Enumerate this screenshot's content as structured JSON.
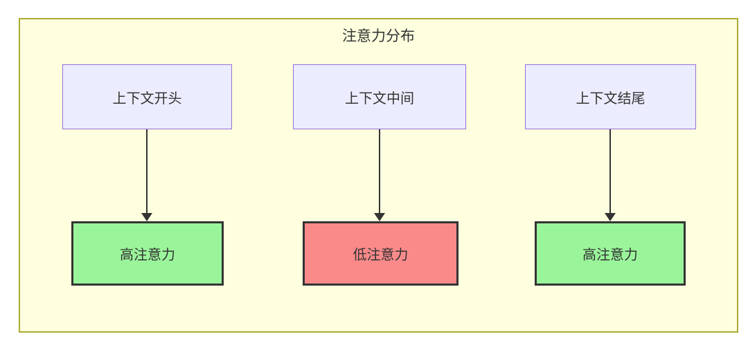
{
  "diagram": {
    "title": "注意力分布",
    "type": "flowchart",
    "colors": {
      "container_fill": "#feffde",
      "container_border": "#aaaa33",
      "source_node_fill": "#ececff",
      "source_node_border": "#9370db",
      "high_attention_fill": "#9af59a",
      "low_attention_fill": "#fa8a8a",
      "result_node_border": "#333333",
      "arrow": "#333333",
      "text": "#333333"
    },
    "columns": [
      {
        "source": "上下文开头",
        "result": "高注意力",
        "level": "high"
      },
      {
        "source": "上下文中间",
        "result": "低注意力",
        "level": "low"
      },
      {
        "source": "上下文结尾",
        "result": "高注意力",
        "level": "high"
      }
    ]
  }
}
